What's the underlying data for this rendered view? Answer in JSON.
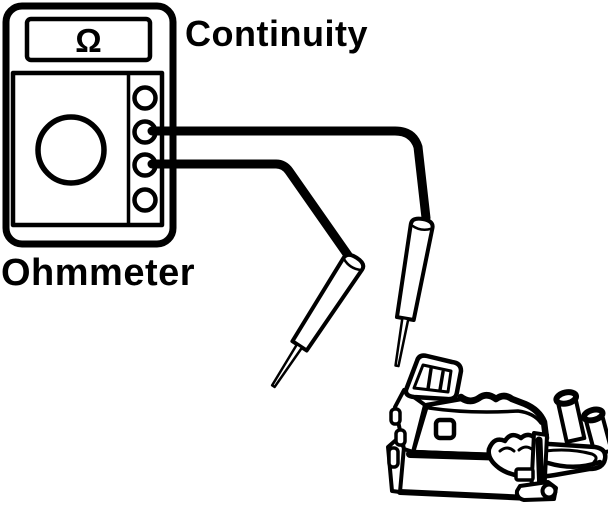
{
  "diagram": {
    "background_color": "#ffffff",
    "line_color": "#000000",
    "labels": {
      "continuity": "Continuity",
      "ohmmeter": "Ohmmeter",
      "display_symbol": "Ω"
    },
    "meter": {
      "terminal_count": 4,
      "connected_terminals": "2 and 3 from top"
    }
  }
}
